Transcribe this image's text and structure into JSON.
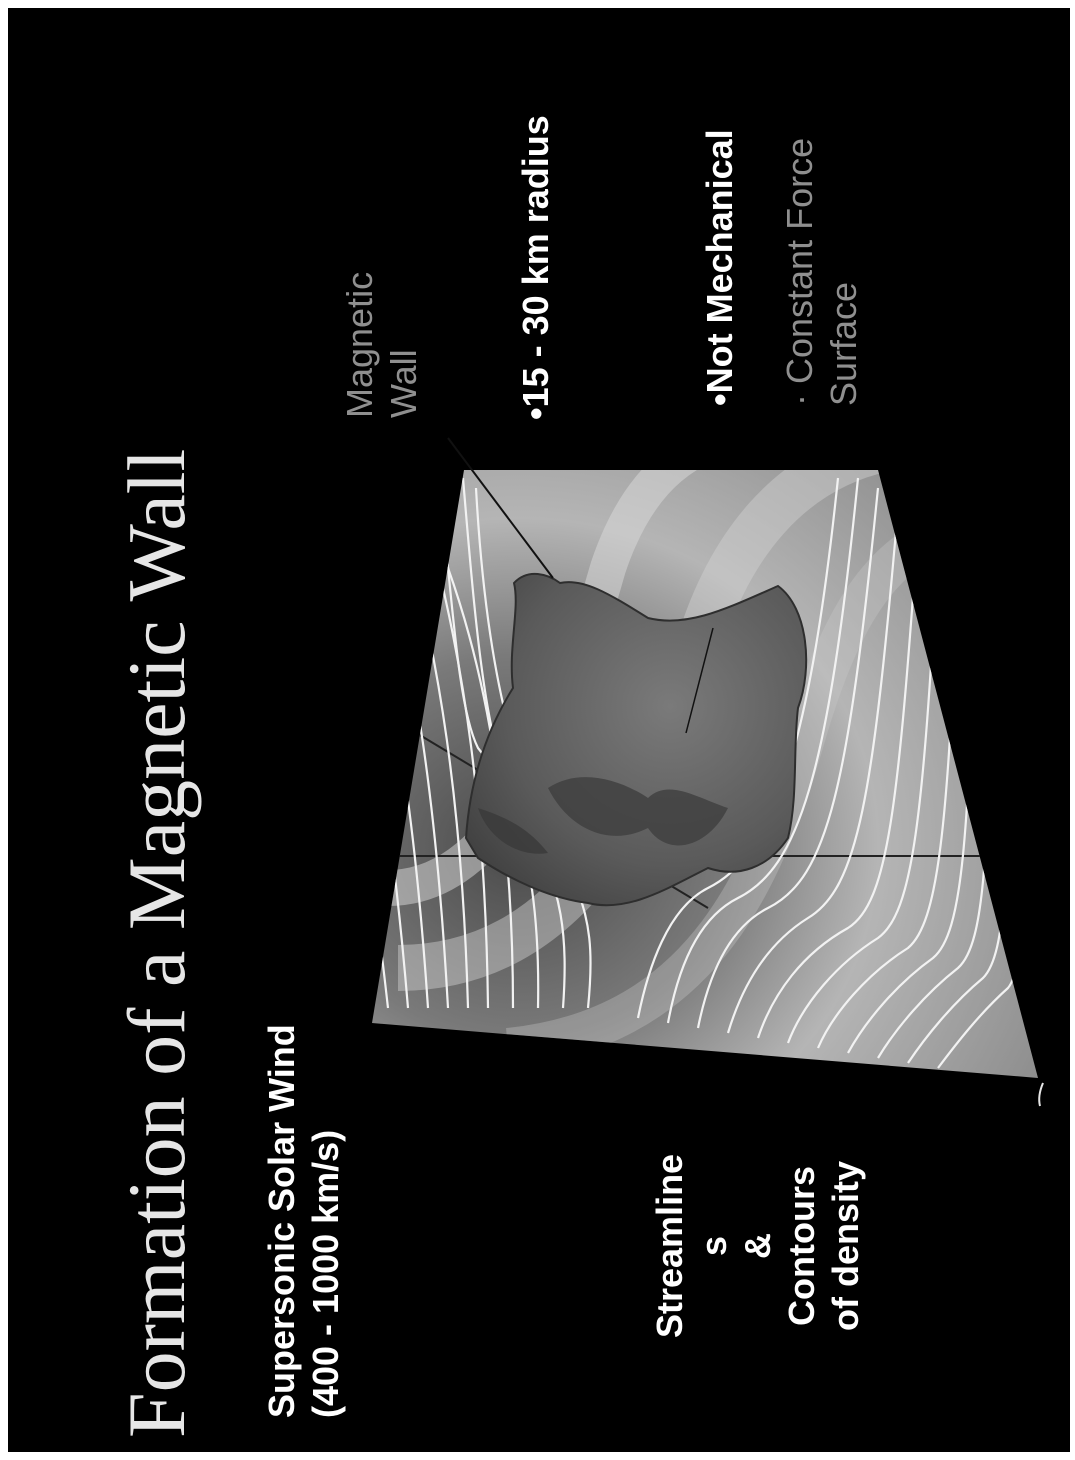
{
  "slide": {
    "title": "Formation of a Magnetic Wall",
    "solar_wind": {
      "line1": "Supersonic Solar Wind",
      "line2": "(400 - 1000 km/s)"
    },
    "streamlines_label": {
      "line1": "Streamline",
      "line2": "s",
      "line3": "&",
      "line4": "Contours",
      "line5": "of density"
    },
    "magnetic_wall": {
      "line1": "Magnetic",
      "line2": "Wall"
    },
    "bullets": [
      {
        "text": "•15 - 30 km radius"
      },
      {
        "text": "•Not Mechanical"
      },
      {
        "line1": "· Constant Force",
        "line2": "Surface"
      }
    ]
  },
  "colors": {
    "background": "#000000",
    "text": "#ffffff",
    "dim_text": "#8f8f8f",
    "plot_field": "#9a9a9a",
    "wall": "#5e5e5e"
  }
}
